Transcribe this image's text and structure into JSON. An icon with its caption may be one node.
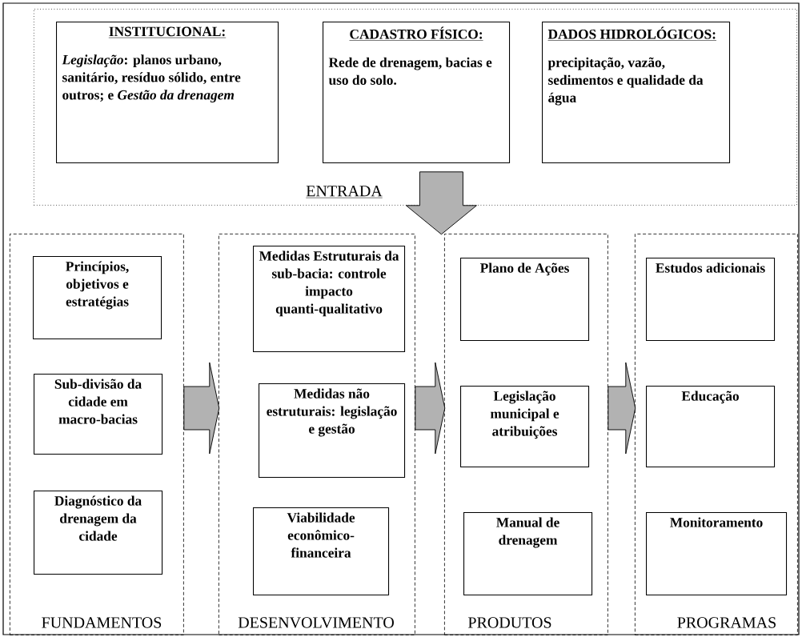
{
  "diagram": {
    "nodes": [
      {
        "text": [
          "ENTRADA"
        ]
      },
      {
        "text": [
          "INSTITUCIONAL:",
          "*Legislação*: planos urbano, sanitário, resíduo sólido, entre outros; e *Gestão da drenagem*"
        ],
        "in": 0
      },
      {
        "text": [
          "CADASTRO FÍSICO:",
          "Rede de drenagem, bacias e uso do solo."
        ],
        "in": 0
      },
      {
        "text": [
          "DADOS HIDROLÓGICOS:",
          "precipitação, vazão, sedimentos e qualidade da água"
        ],
        "in": 0
      },
      {
        "text": [
          "FUNDAMENTOS"
        ]
      },
      {
        "text": [
          "Princípios, objetivos e estratégias"
        ],
        "in": 4
      },
      {
        "text": [
          "Sub-divisão da cidade em macro-bacias"
        ],
        "in": 4
      },
      {
        "text": [
          "Diagnóstico da drenagem da cidade"
        ],
        "in": 4
      },
      {
        "text": [
          "DESENVOLVIMENTO"
        ]
      },
      {
        "text": [
          "Medidas Estruturais da sub-bacia: controle impacto quanti-qualitativo"
        ],
        "in": 8
      },
      {
        "text": [
          "Medidas não estruturais: legislação e gestão"
        ],
        "in": 8
      },
      {
        "text": [
          "Viabilidade econômico-financeira"
        ],
        "in": 8
      },
      {
        "text": [
          "PRODUTOS"
        ]
      },
      {
        "text": [
          "Plano de Ações"
        ],
        "in": 12
      },
      {
        "text": [
          "Legislação municipal e atribuições"
        ],
        "in": 12
      },
      {
        "text": [
          "Manual de drenagem"
        ],
        "in": 12
      },
      {
        "text": [
          "PROGRAMAS"
        ]
      },
      {
        "text": [
          "Estudos adicionais"
        ],
        "in": 16
      },
      {
        "text": [
          "Educação"
        ],
        "in": 16
      },
      {
        "text": [
          "Monitoramento"
        ],
        "in": 16
      }
    ],
    "edges": [
      {
        "from": 0,
        "to": null,
        "arrow": "to"
      },
      {
        "from": 4,
        "to": 8,
        "arrow": "to"
      },
      {
        "from": 8,
        "to": 12,
        "arrow": "to"
      },
      {
        "from": 12,
        "to": 16,
        "arrow": "to"
      }
    ]
  }
}
